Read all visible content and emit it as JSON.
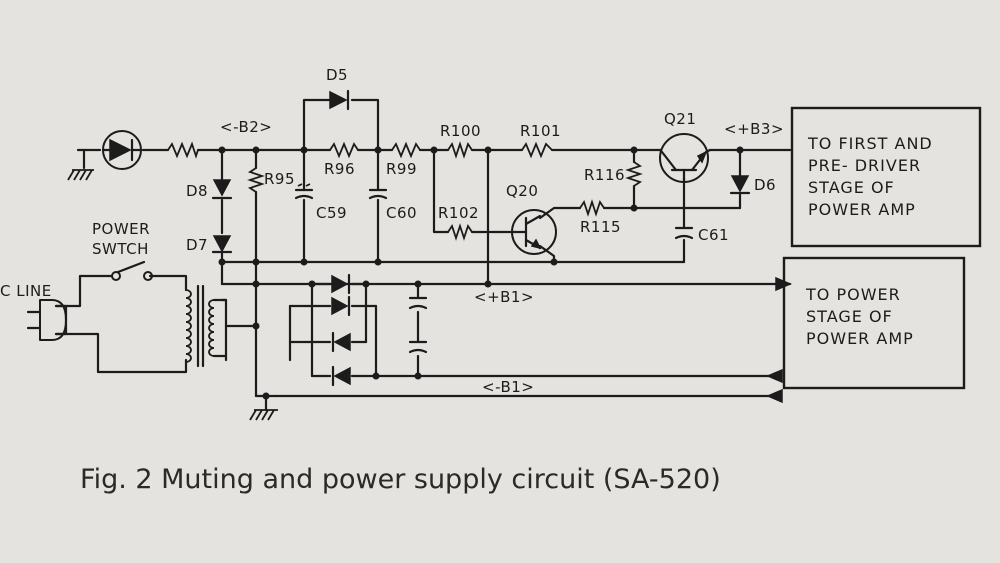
{
  "labels": {
    "d5": "D5",
    "b2": "<-B2>",
    "r100": "R100",
    "r101": "R101",
    "q21": "Q21",
    "b3": "<+B3>",
    "r96": "R96",
    "r99": "R99",
    "r95": "R95",
    "d8": "D8",
    "c59": "C59",
    "c60": "C60",
    "r102": "R102",
    "q20": "Q20",
    "r116": "R116",
    "r115": "R115",
    "d6": "D6",
    "c61": "C61",
    "d7": "D7",
    "power_switch_1": "POWER",
    "power_switch_2": "SWTCH",
    "ac_line": "C LINE",
    "b1_pos": "<+B1>",
    "b1_neg": "<-B1>"
  },
  "boxes": {
    "driver": [
      "TO FIRST AND",
      "PRE- DRIVER",
      "STAGE OF",
      "POWER AMP"
    ],
    "power": [
      "TO POWER",
      "STAGE OF",
      "POWER AMP"
    ]
  },
  "caption": "Fig. 2  Muting and power supply circuit (SA-520)"
}
